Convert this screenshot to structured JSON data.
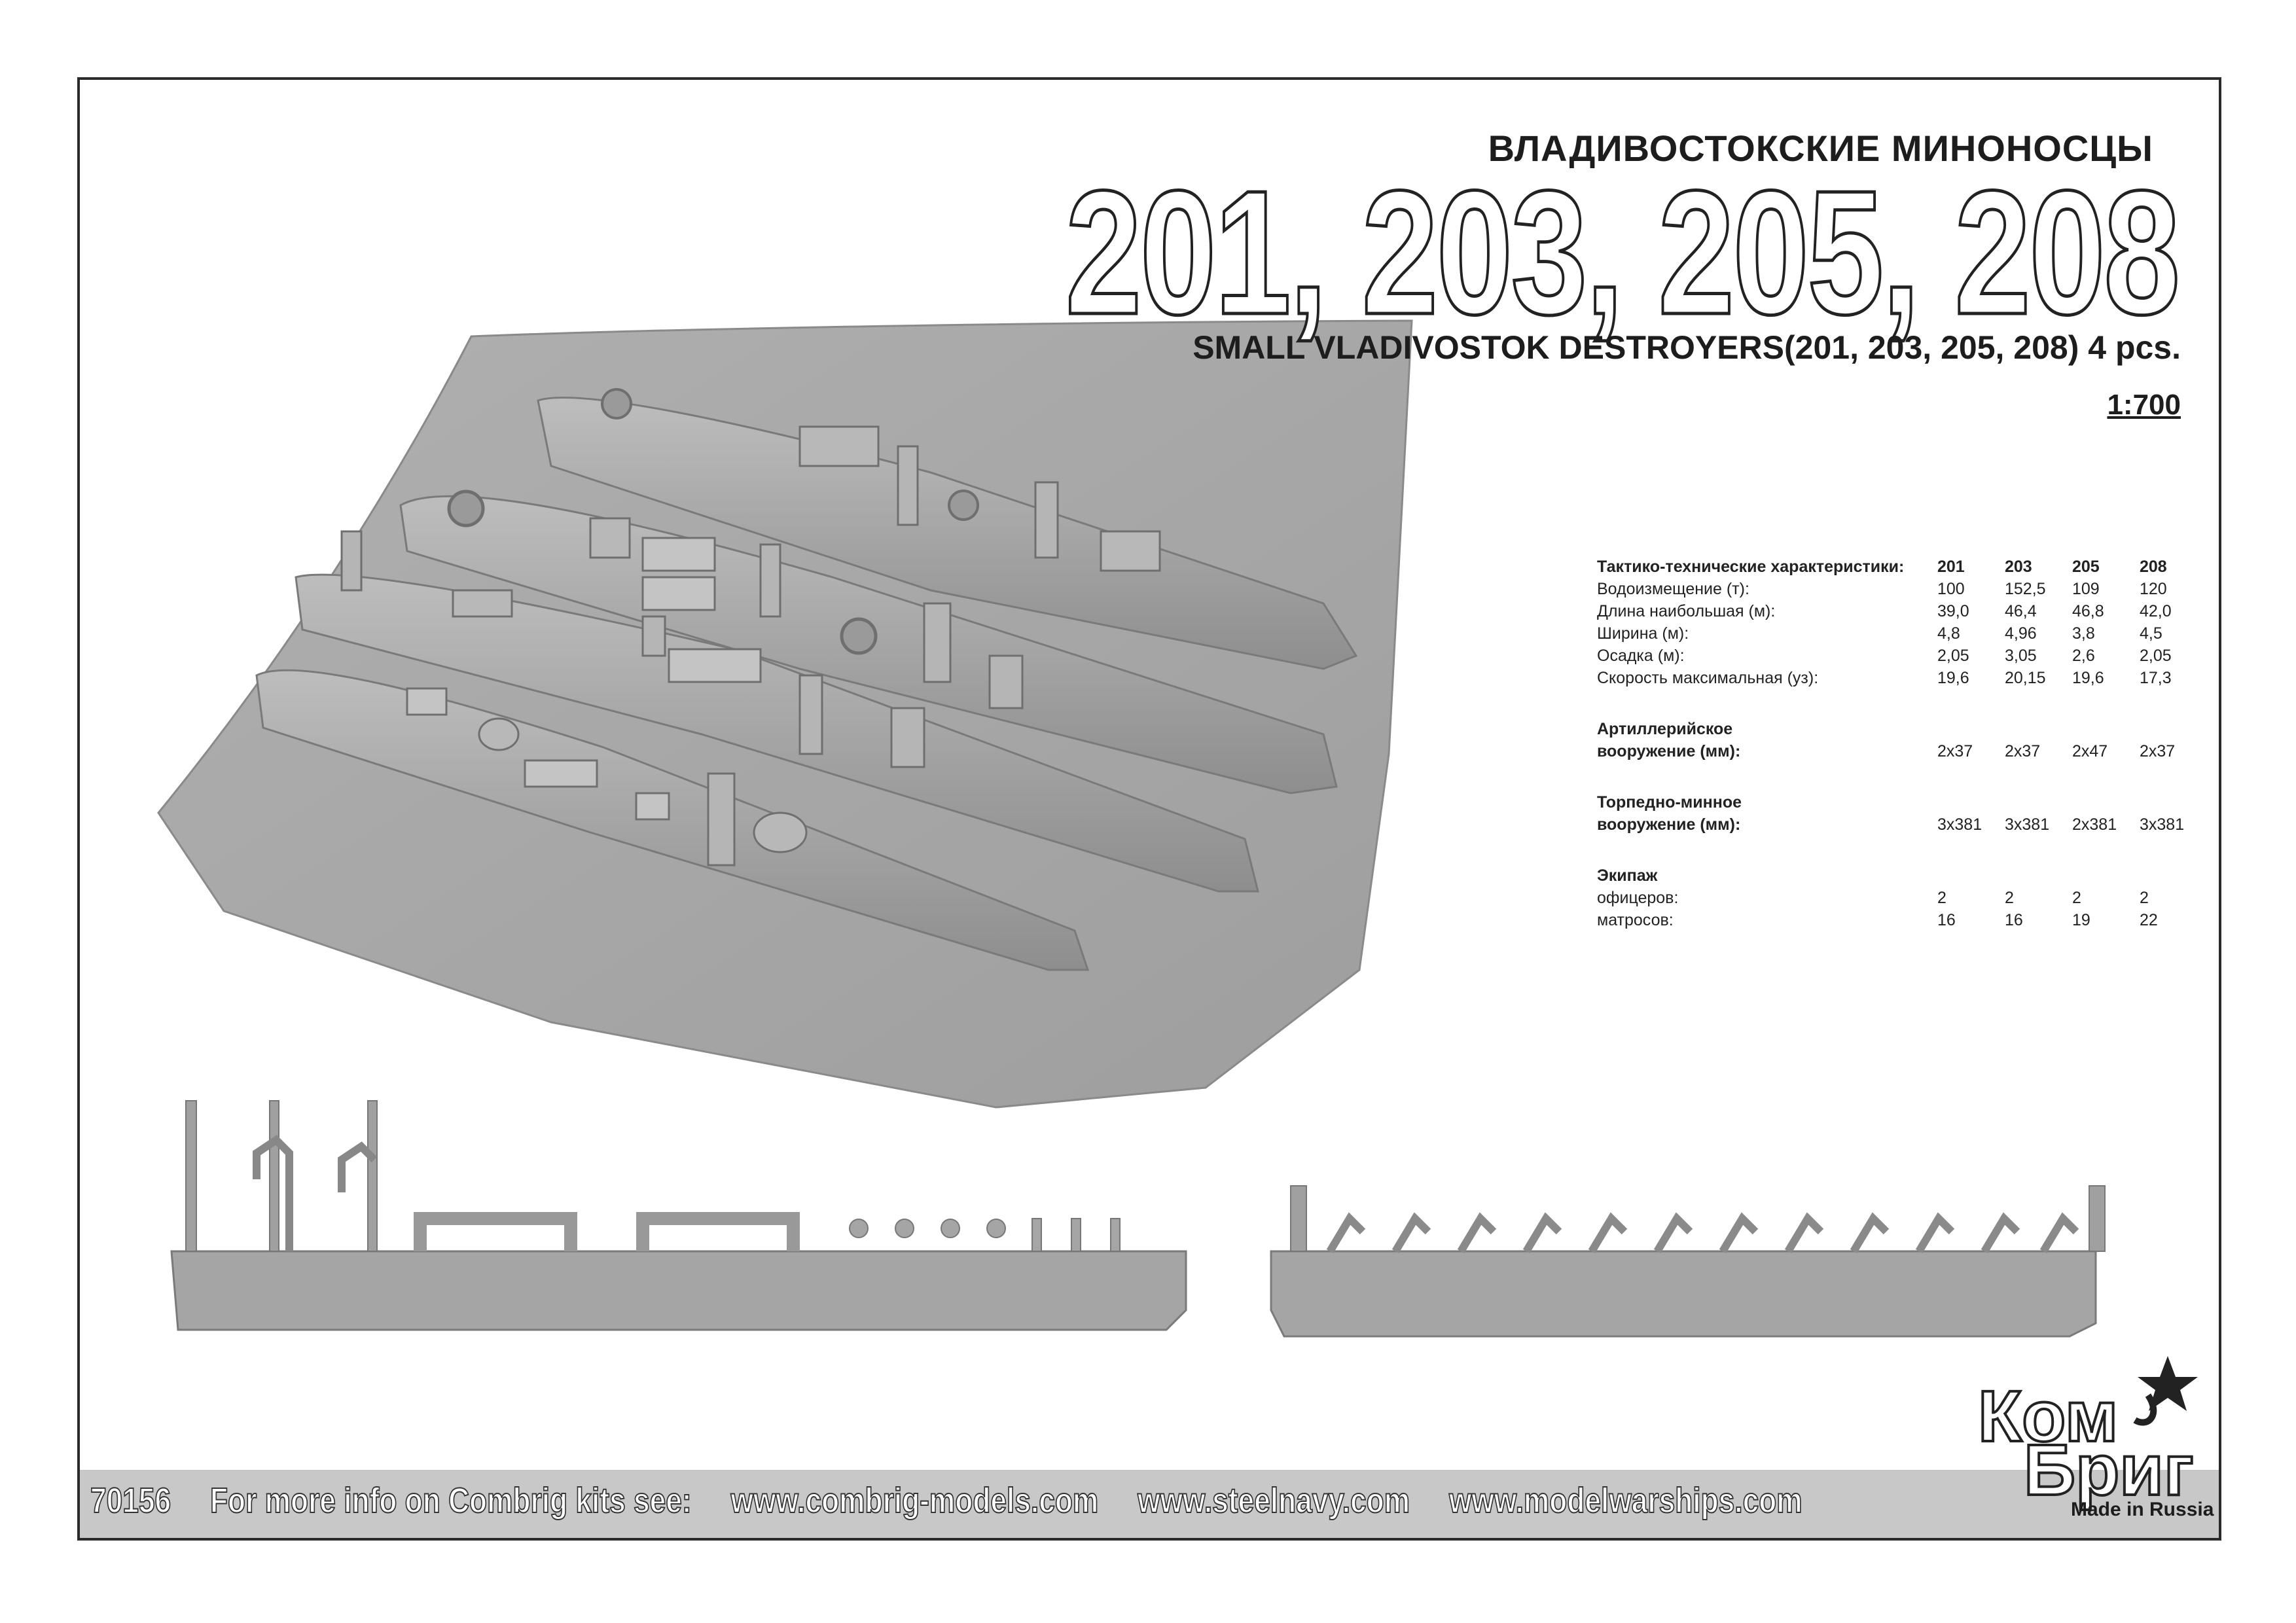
{
  "header": {
    "title_ru": "ВЛАДИВОСТОКСКИЕ МИНОНОСЦЫ",
    "numbers": "201, 203, 205, 208",
    "title_en": "SMALL VLADIVOSTOK DESTROYERS(201, 203, 205, 208) 4 pcs.",
    "scale": "1:700"
  },
  "specs": {
    "heading": "Тактико-технические характеристики:",
    "columns": [
      "201",
      "203",
      "205",
      "208"
    ],
    "rows": [
      {
        "label": "Водоизмещение (т):",
        "values": [
          "100",
          "152,5",
          "109",
          "120"
        ]
      },
      {
        "label": "Длина наибольшая (м):",
        "values": [
          "39,0",
          "46,4",
          "46,8",
          "42,0"
        ]
      },
      {
        "label": "Ширина (м):",
        "values": [
          "4,8",
          "4,96",
          "3,8",
          "4,5"
        ]
      },
      {
        "label": "Осадка (м):",
        "values": [
          "2,05",
          "3,05",
          "2,6",
          "2,05"
        ]
      },
      {
        "label": "Скорость максимальная (уз):",
        "values": [
          "19,6",
          "20,15",
          "19,6",
          "17,3"
        ]
      }
    ],
    "artillery": {
      "label_1": "Артиллерийское",
      "label_2": "вооружение (мм):",
      "values": [
        "2x37",
        "2x37",
        "2x47",
        "2x37"
      ]
    },
    "torpedo": {
      "label_1": "Торпедно-минное",
      "label_2": "вооружение (мм):",
      "values": [
        "3x381",
        "3x381",
        "2x381",
        "3x381"
      ]
    },
    "crew": {
      "heading": "Экипаж",
      "officers": {
        "label": "офицеров:",
        "values": [
          "2",
          "2",
          "2",
          "2"
        ]
      },
      "sailors": {
        "label": "матросов:",
        "values": [
          "16",
          "16",
          "19",
          "22"
        ]
      }
    }
  },
  "footer": {
    "code": "70156",
    "info": "For more info on Combrig kits see:",
    "site_1": "www.combrig-models.com",
    "site_2": "www.steelnavy.com",
    "site_3": "www.modelwarships.com"
  },
  "logo": {
    "line_1": "Ком",
    "line_2": "Бриг",
    "made_in": "Made in Russia"
  },
  "colors": {
    "resin": "#a9a9a9",
    "resin_dark": "#8d8d8d",
    "frame": "#2a2a2a",
    "footer_band": "#c8c8c8"
  }
}
